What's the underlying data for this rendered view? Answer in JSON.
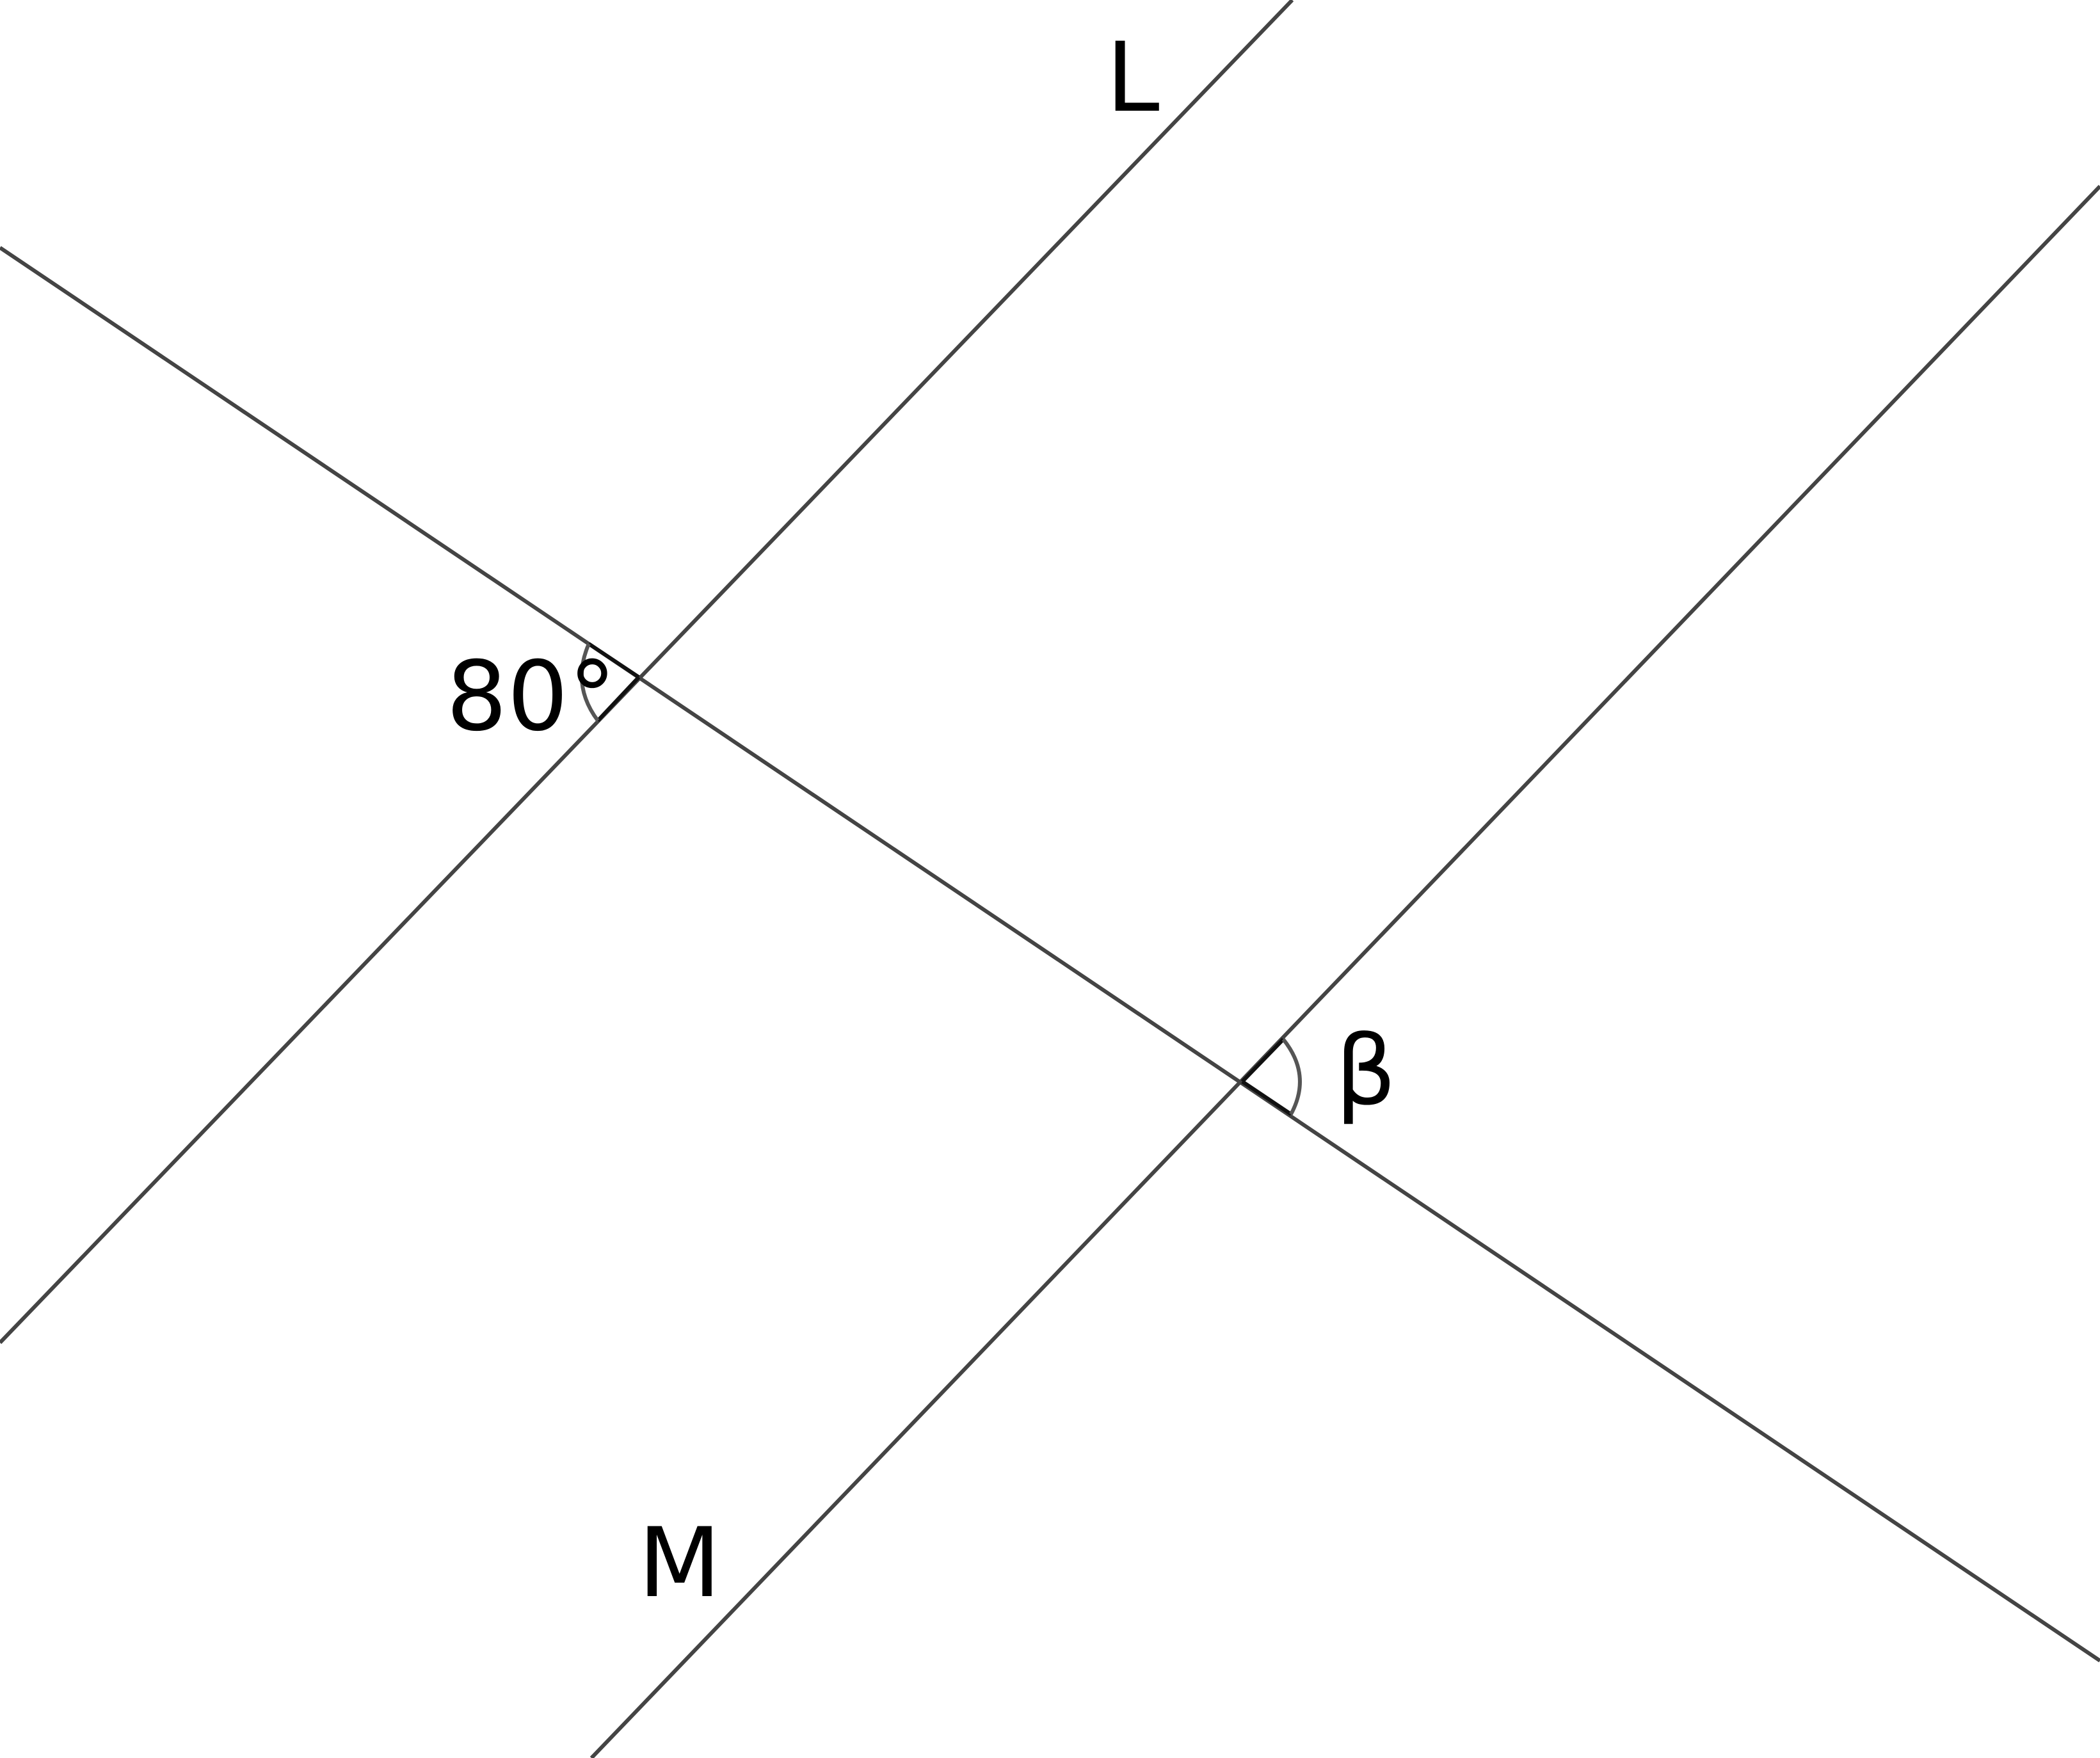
{
  "diagram": {
    "lines": {
      "L": {
        "label": "L"
      },
      "M": {
        "label": "M"
      },
      "transversal": {
        "label": ""
      }
    },
    "angles": {
      "given": {
        "label": "80°"
      },
      "unknown": {
        "label": "β"
      }
    },
    "colors": {
      "line": "#444444",
      "text": "#000000",
      "background": "#ffffff"
    }
  }
}
